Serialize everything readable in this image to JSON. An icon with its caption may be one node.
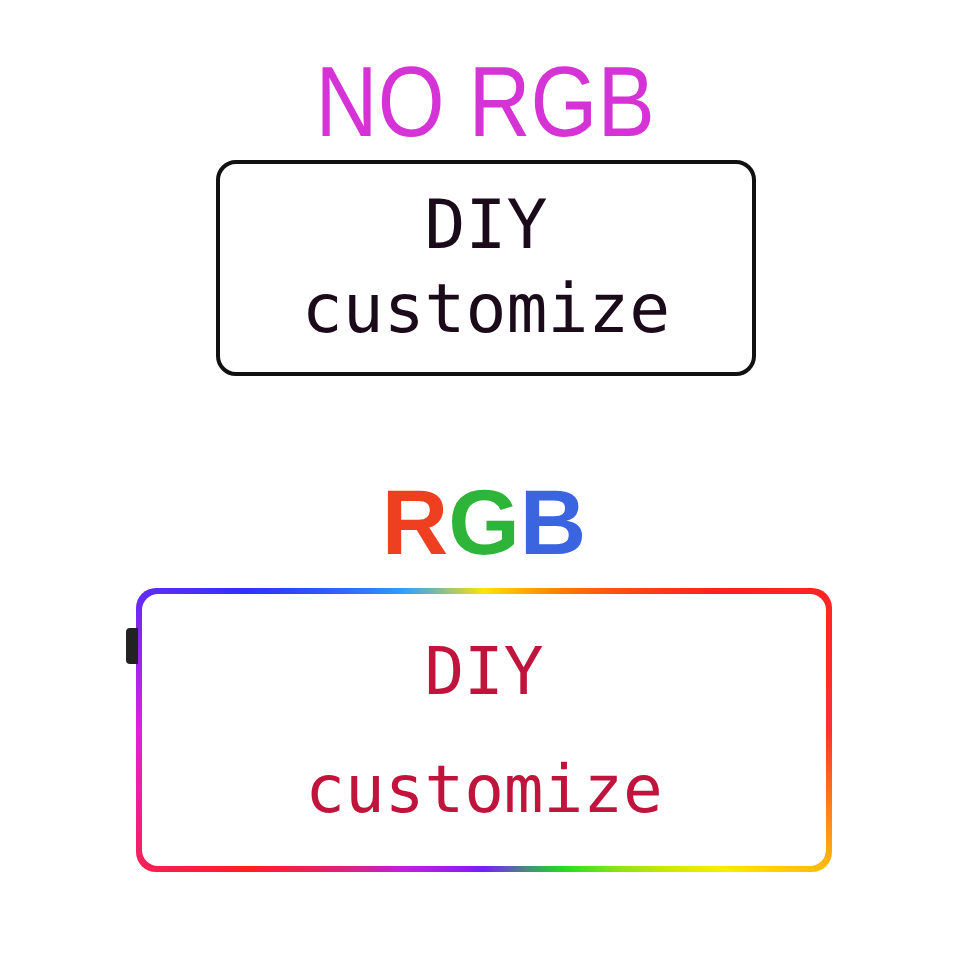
{
  "diagram": {
    "nodes": [
      {
        "text": [
          "NO RGB",
          "DIY",
          "customize"
        ]
      },
      {
        "text": [
          "RGB",
          "DIY",
          "customize"
        ]
      }
    ]
  }
}
